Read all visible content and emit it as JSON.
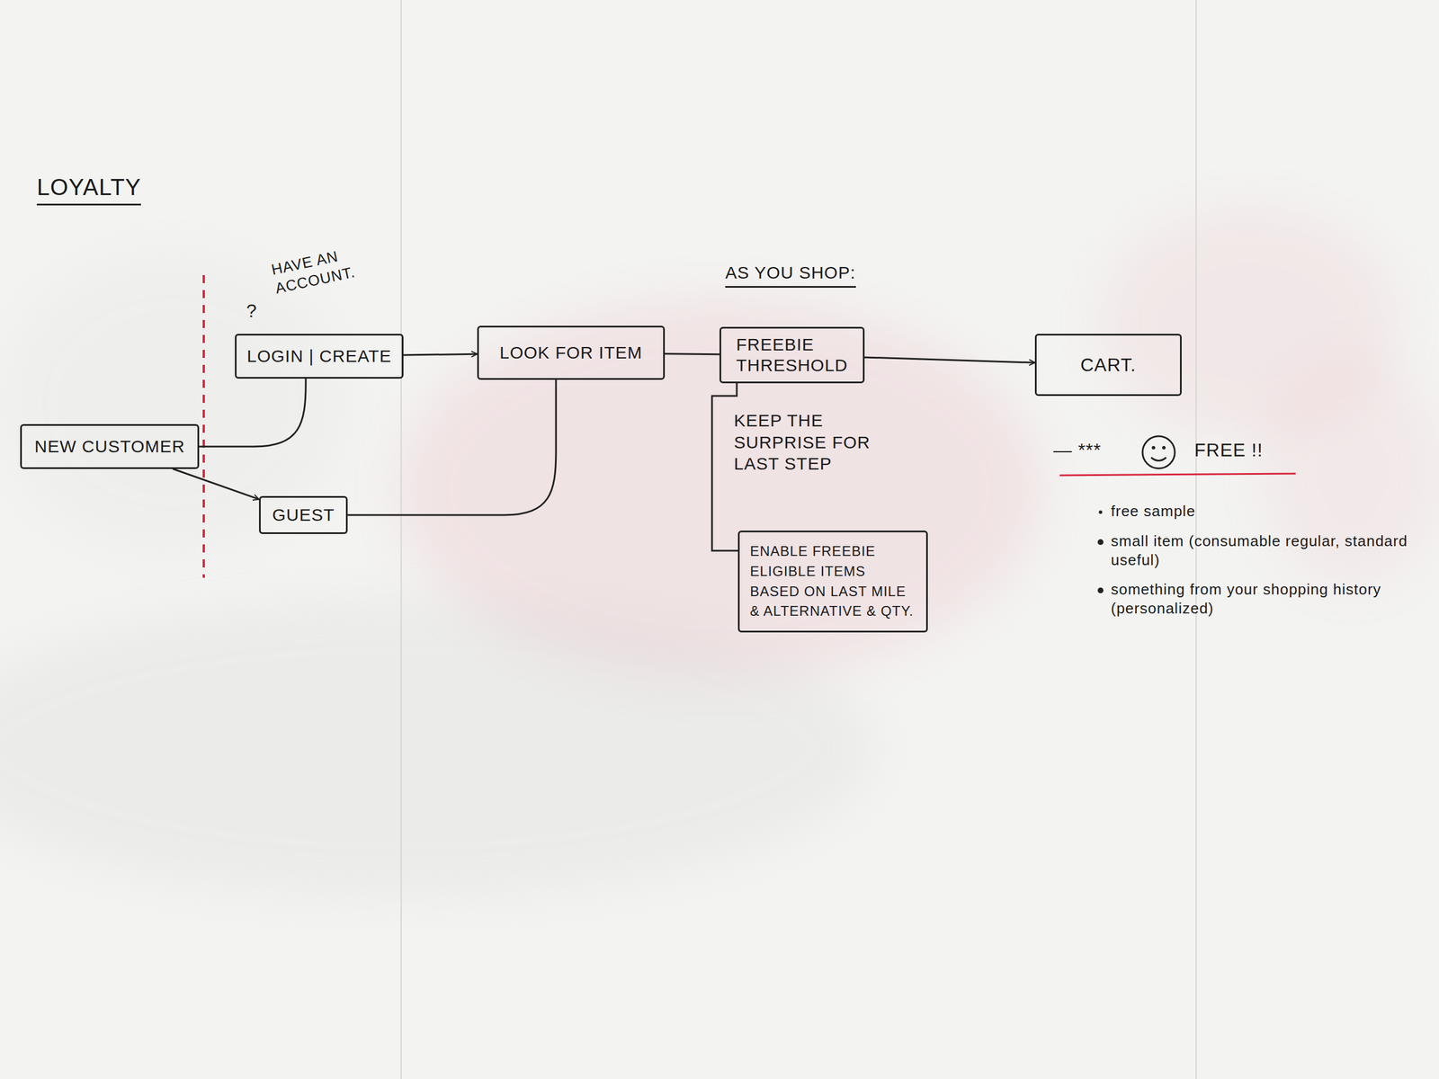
{
  "diagram": {
    "title": "LOYALTY",
    "nodes": [
      {
        "text": [
          "NEW CUSTOMER"
        ]
      },
      {
        "text": [
          "LOGIN | CREATE"
        ]
      },
      {
        "text": [
          "GUEST"
        ]
      },
      {
        "text": [
          "LOOK FOR ITEM"
        ]
      },
      {
        "text": [
          "FREEBIE THRESHOLD"
        ]
      },
      {
        "text": [
          "ENABLE FREEBIE ELIGIBLE ITEMS BASED ON LAST MILE & ALTERNATIVE & QTY."
        ]
      },
      {
        "text": [
          "CART."
        ]
      }
    ],
    "edges": [
      {
        "from": 0,
        "to": 1,
        "arrow": "none"
      },
      {
        "from": 0,
        "to": 2,
        "arrow": "to"
      },
      {
        "from": 1,
        "to": 3,
        "arrow": "to"
      },
      {
        "from": 2,
        "to": 3,
        "arrow": "none"
      },
      {
        "from": 3,
        "to": 4,
        "arrow": "none"
      },
      {
        "from": 4,
        "to": 6,
        "arrow": "to"
      },
      {
        "from": 4,
        "to": 5,
        "arrow": "none"
      }
    ],
    "labels": [
      "?",
      "HAVE AN ACCOUNT.",
      "AS YOU SHOP:",
      "KEEP THE SURPRISE FOR LAST STEP",
      "— ***",
      "FREE !!",
      "free sample",
      "small item (consumable regular, standard useful)",
      "something from your shopping history (personalized)"
    ]
  }
}
